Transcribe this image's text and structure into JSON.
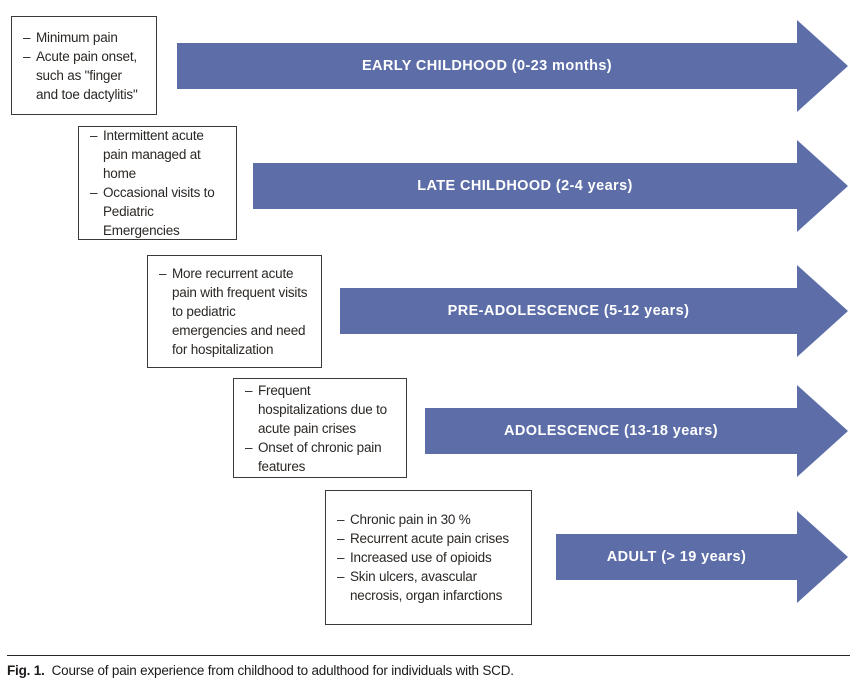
{
  "figure": {
    "caption_label": "Fig. 1.",
    "caption_text": "Course of pain experience from childhood to adulthood for individuals with SCD."
  },
  "colors": {
    "arrow": "#5c6da8",
    "arrow_text": "#ffffff",
    "box_border": "#3a3a3a",
    "text": "#2b2724"
  },
  "stages": [
    {
      "label": "EARLY CHILDHOOD (0-23 months)",
      "notes": [
        "Minimum pain",
        "Acute pain onset, such as \"finger and toe dactylitis\""
      ]
    },
    {
      "label": "LATE CHILDHOOD (2-4 years)",
      "notes": [
        "Intermittent acute pain managed at home",
        "Occasional visits to Pediatric Emergencies"
      ]
    },
    {
      "label": "PRE-ADOLESCENCE (5-12 years)",
      "notes": [
        "More recurrent acute pain with frequent visits to pediatric emergencies and need for hospitalization"
      ]
    },
    {
      "label": "ADOLESCENCE (13-18 years)",
      "notes": [
        "Frequent hospitalizations due to acute pain crises",
        "Onset of chronic pain features"
      ]
    },
    {
      "label": "ADULT (> 19 years)",
      "notes": [
        "Chronic pain in 30 %",
        "Recurrent acute pain crises",
        "Increased use of opioids",
        "Skin ulcers, avascular necrosis, organ infarctions"
      ]
    }
  ]
}
